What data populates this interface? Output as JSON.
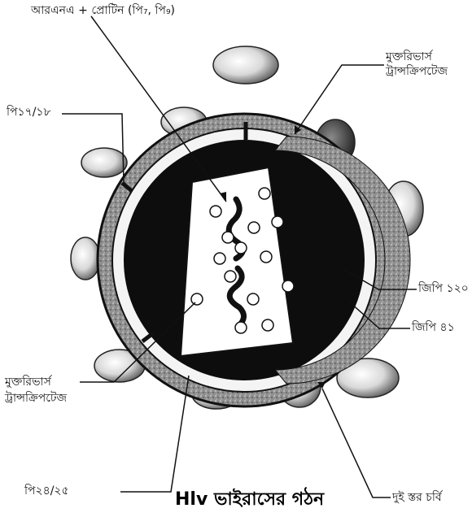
{
  "title": "Hlv ভাইরাসের গঠন",
  "labels": {
    "rna_protein": "আরএনএ + প্রোটিন (পি₇, পি₉)",
    "rt_top_line1": "মুক্তরিভার্স",
    "rt_top_line2": "ট্রান্সক্রিপটেজ",
    "p17_18": "পি১৭/১৮",
    "gp120": "জিপি ১২০",
    "gp41": "জিপি ৪১",
    "rt_left_line1": "মুক্তরিভার্স",
    "rt_left_line2": "ট্রান্সক্রিপটেজ",
    "p24_25": "পি২৪/২৫",
    "lipid_bilayer": "দুই স্তর চর্বি"
  }
}
